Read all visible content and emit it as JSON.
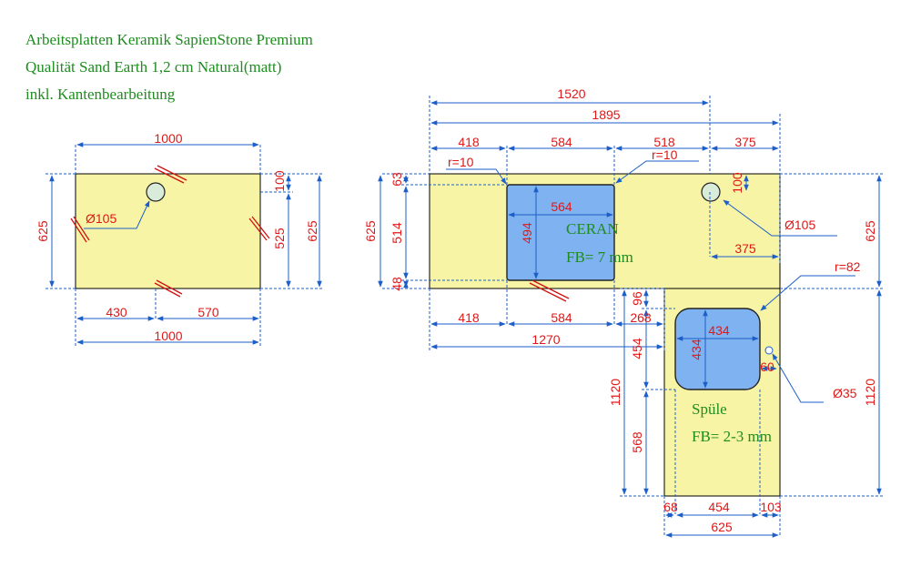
{
  "header": {
    "line1": "Arbeitsplatten Keramik SapienStone Premium",
    "line2": "Qualität Sand Earth 1,2 cm Natural(matt)",
    "line3": "inkl. Kantenbearbeitung"
  },
  "left_piece": {
    "top_width": "1000",
    "height_left": "625",
    "height_right": "625",
    "right_top": "100",
    "right_rest": "525",
    "hole": "Ø105",
    "bottom_a": "430",
    "bottom_b": "570",
    "bottom_total": "1000"
  },
  "main_piece": {
    "top_1520": "1520",
    "top_1895": "1895",
    "seg_418": "418",
    "seg_584": "584",
    "seg_518": "518",
    "seg_375": "375",
    "radius_left": "r=10",
    "radius_right": "r=10",
    "left_625": "625",
    "left_63": "63",
    "left_514": "514",
    "left_48": "48",
    "ceran_width": "564",
    "ceran_height": "494",
    "ceran_label": "CERAN",
    "ceran_fb": "FB= 7 mm",
    "right_100": "100",
    "hole_right": "Ø105",
    "hole_offset": "375",
    "right_625": "625",
    "bottom_418": "418",
    "bottom_584": "584",
    "bottom_268": "268",
    "bottom_1270": "1270"
  },
  "sink_piece": {
    "radius": "r=82",
    "sink_width": "434",
    "sink_height": "434",
    "offset_96": "96",
    "offset_454": "454",
    "offset_60": "60",
    "tap_hole": "Ø35",
    "left_1120": "1120",
    "right_1120": "1120",
    "below_568": "568",
    "sink_label": "Spüle",
    "sink_fb": "FB= 2-3 mm",
    "bottom_68": "68",
    "bottom_454": "454",
    "bottom_103": "103",
    "bottom_625": "625"
  }
}
